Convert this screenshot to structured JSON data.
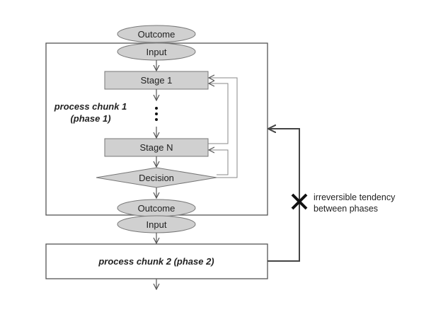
{
  "nodes": {
    "outcome_top": "Outcome",
    "input_top": "Input",
    "stage_1": "Stage 1",
    "stage_n": "Stage N",
    "decision": "Decision",
    "outcome_mid": "Outcome",
    "input_bottom": "Input"
  },
  "chunk1": {
    "line1": "process chunk 1",
    "line2": "(phase 1)"
  },
  "chunk2": {
    "label": "process chunk 2 (phase 2)"
  },
  "annotation": {
    "line1": "irreversible tendency",
    "line2": "between phases"
  },
  "colors": {
    "box_fill": "#d0d0d0",
    "line": "#555555",
    "feedback_line": "#444444",
    "text": "#222222"
  }
}
